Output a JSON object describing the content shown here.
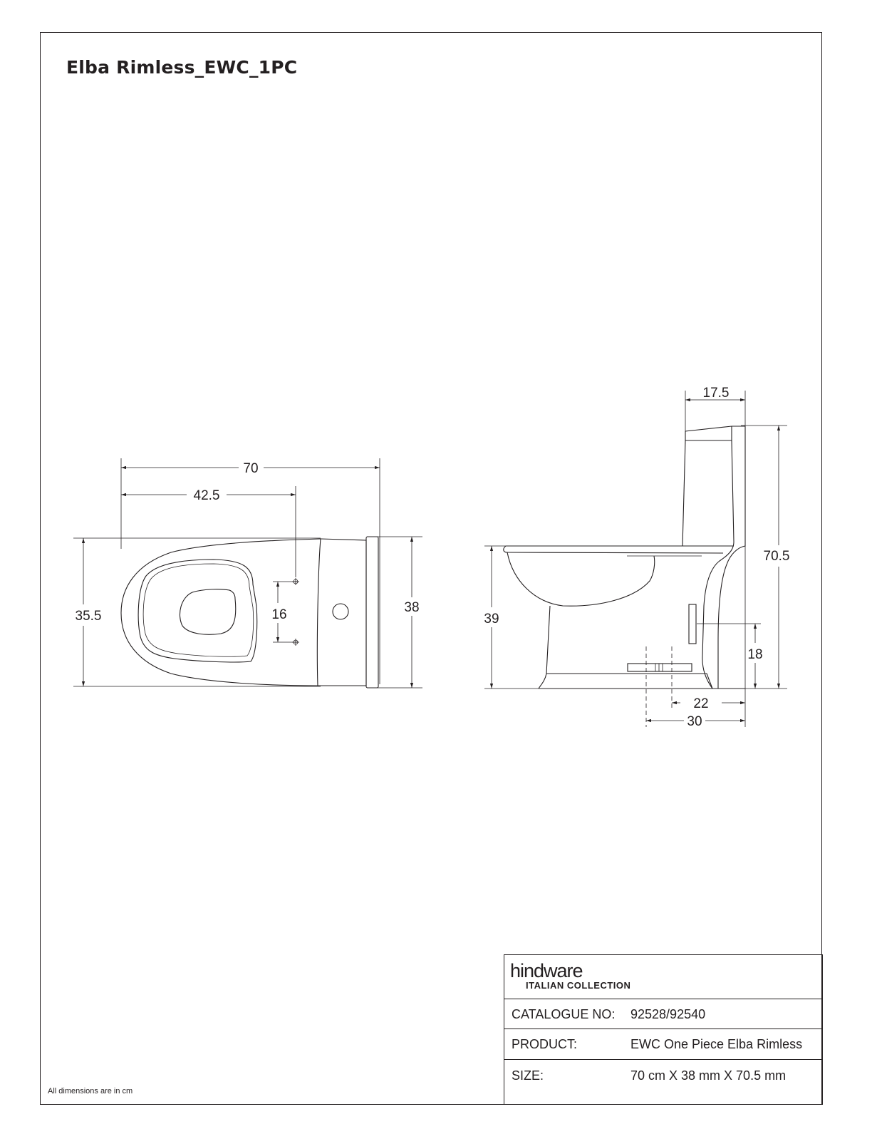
{
  "title": "Elba Rimless_EWC_1PC",
  "footnote": "All dimensions are in cm",
  "top_view": {
    "dim_overall_length": "70",
    "dim_hole_offset": "42.5",
    "dim_bowl_width": "35.5",
    "dim_hole_spacing": "16",
    "dim_tank_width": "38"
  },
  "side_view": {
    "dim_tank_depth": "17.5",
    "dim_overall_height": "70.5",
    "dim_bowl_height": "39",
    "dim_inlet_height": "18",
    "dim_outlet_22": "22",
    "dim_outlet_30": "30"
  },
  "title_block": {
    "brand": "hindware",
    "brand_sub": "ITALIAN COLLECTION",
    "rows": [
      {
        "label": "CATALOGUE NO:",
        "value": "92528/92540"
      },
      {
        "label": "PRODUCT:",
        "value": "EWC One Piece Elba Rimless"
      },
      {
        "label": "SIZE:",
        "value": "70 cm X 38 mm X 70.5 mm"
      }
    ]
  }
}
